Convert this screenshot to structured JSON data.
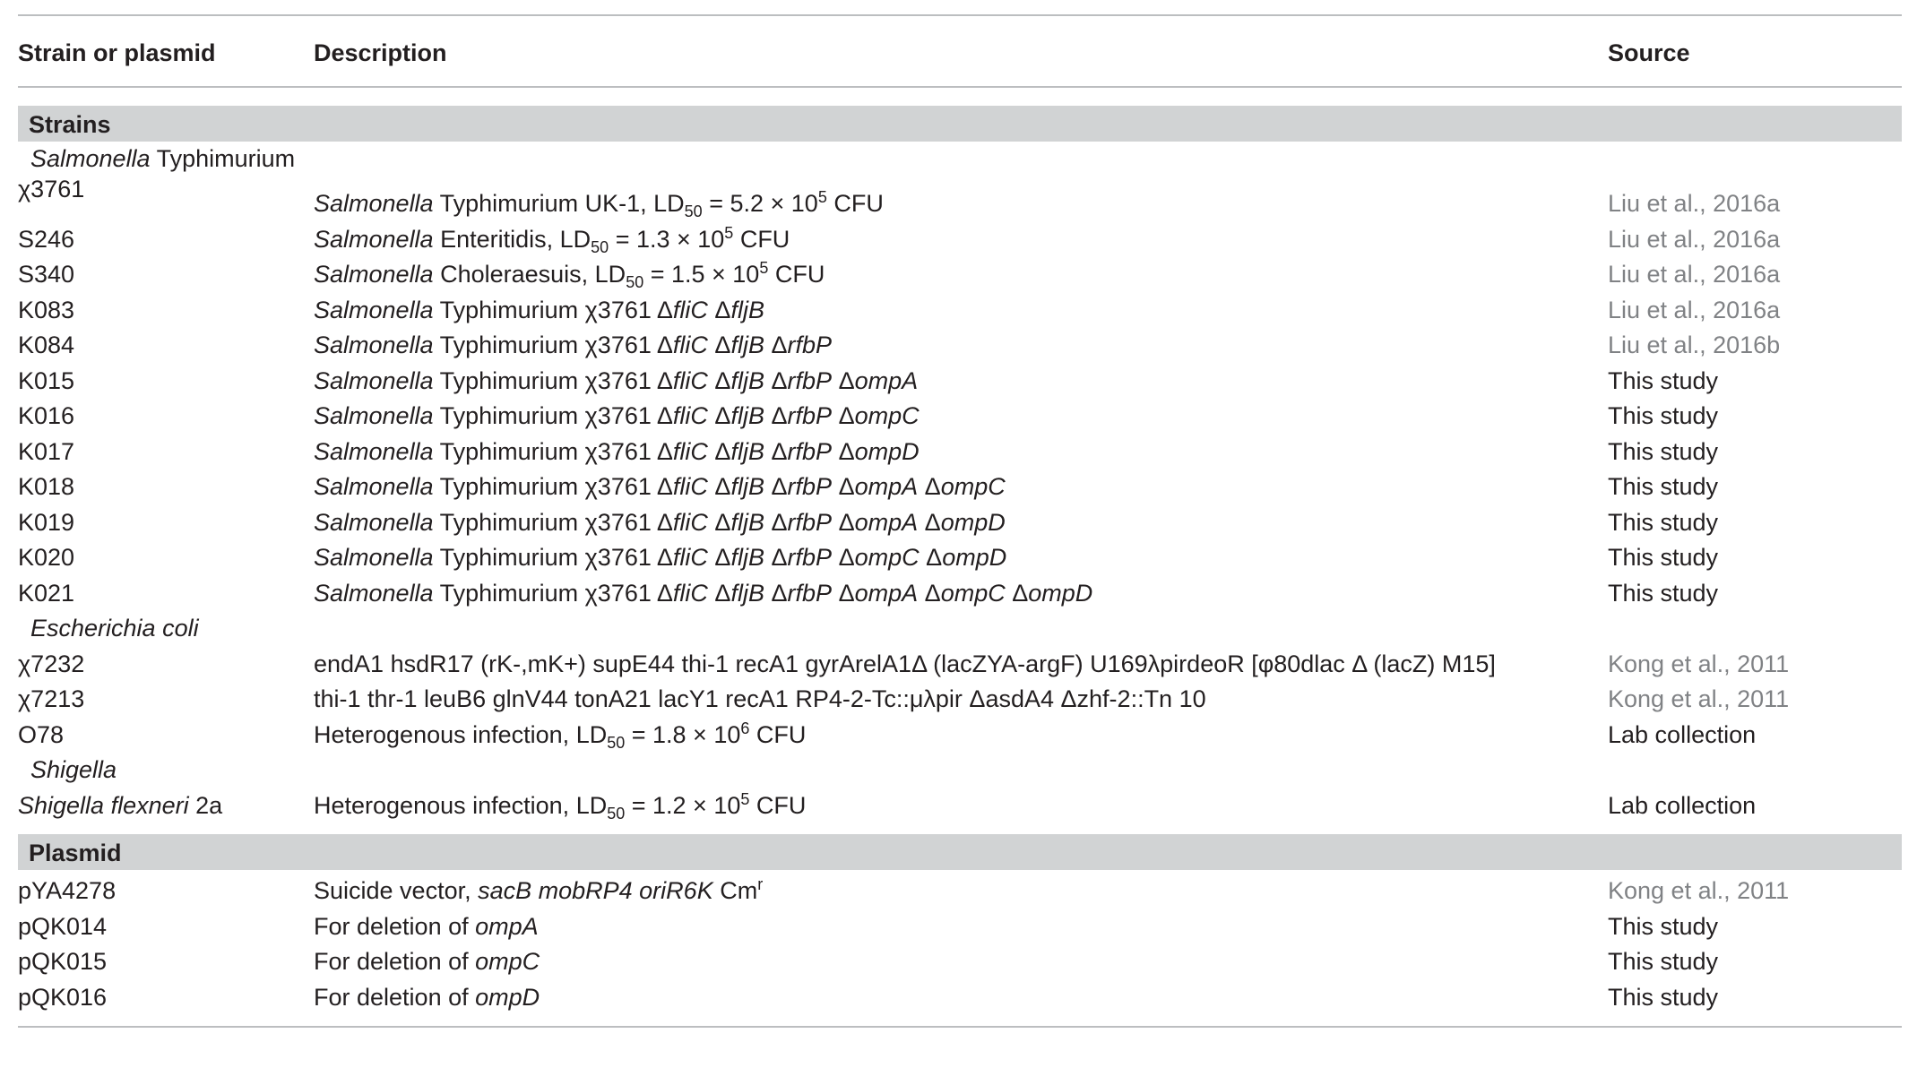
{
  "header": {
    "col1": "Strain or plasmid",
    "col2": "Description",
    "col3": "Source"
  },
  "strains_section": "Strains",
  "plasmid_section": "Plasmid",
  "groups": {
    "salmonella": {
      "italic": "Salmonella",
      "rest": " Typhimurium"
    },
    "ecoli": {
      "italic": "Escherichia coli",
      "rest": ""
    },
    "shigella": {
      "italic": "Shigella",
      "rest": ""
    }
  },
  "rows": {
    "x3761": {
      "name": "χ3761",
      "genus": "Salmonella",
      "desc_a": " Typhimurium UK-1, LD",
      "sub": "50",
      "desc_b": " = 5.2 × 10",
      "sup": "5",
      "desc_c": " CFU",
      "source": "Liu et al., 2016a"
    },
    "s246": {
      "name": "S246",
      "genus": "Salmonella",
      "desc_a": " Enteritidis, LD",
      "sub": "50",
      "desc_b": " = 1.3 × 10",
      "sup": "5",
      "desc_c": " CFU",
      "source": "Liu et al., 2016a"
    },
    "s340": {
      "name": "S340",
      "genus": "Salmonella",
      "desc_a": " Choleraesuis, LD",
      "sub": "50",
      "desc_b": " = 1.5 × 10",
      "sup": "5",
      "desc_c": " CFU",
      "source": "Liu et al., 2016a"
    },
    "k083": {
      "name": "K083",
      "genus": "Salmonella",
      "mid": " Typhimurium χ3761 Δ",
      "genes": [
        "fliC",
        "fljB"
      ],
      "source": "Liu et al., 2016a"
    },
    "k084": {
      "name": "K084",
      "genus": "Salmonella",
      "mid": " Typhimurium χ3761 Δ",
      "genes": [
        "fliC",
        "fljB",
        "rfbP"
      ],
      "source": "Liu et al., 2016b"
    },
    "k015": {
      "name": "K015",
      "genus": "Salmonella",
      "mid": " Typhimurium χ3761 Δ",
      "genes": [
        "fliC",
        "fljB",
        "rfbP",
        "ompA"
      ],
      "source": "This study"
    },
    "k016": {
      "name": "K016",
      "genus": "Salmonella",
      "mid": " Typhimurium χ3761 Δ",
      "genes": [
        "fliC",
        "fljB",
        "rfbP",
        "ompC"
      ],
      "source": "This study"
    },
    "k017": {
      "name": "K017",
      "genus": "Salmonella",
      "mid": " Typhimurium χ3761 Δ",
      "genes": [
        "fliC",
        "fljB",
        "rfbP",
        "ompD"
      ],
      "source": "This study"
    },
    "k018": {
      "name": "K018",
      "genus": "Salmonella",
      "mid": " Typhimurium χ3761 Δ",
      "genes": [
        "fliC",
        "fljB",
        "rfbP",
        "ompA",
        "ompC"
      ],
      "source": "This study"
    },
    "k019": {
      "name": "K019",
      "genus": "Salmonella",
      "mid": " Typhimurium χ3761 Δ",
      "genes": [
        "fliC",
        "fljB",
        "rfbP",
        "ompA",
        "ompD"
      ],
      "source": "This study"
    },
    "k020": {
      "name": "K020",
      "genus": "Salmonella",
      "mid": " Typhimurium χ3761 Δ",
      "genes": [
        "fliC",
        "fljB",
        "rfbP",
        "ompC",
        "ompD"
      ],
      "source": "This study"
    },
    "k021": {
      "name": "K021",
      "genus": "Salmonella",
      "mid": " Typhimurium χ3761 Δ",
      "genes": [
        "fliC",
        "fljB",
        "rfbP",
        "ompA",
        "ompC",
        "ompD"
      ],
      "source": "This study"
    },
    "x7232": {
      "name": "χ7232",
      "desc": "endA1 hsdR17 (rK-,mK+) supE44 thi-1 recA1 gyrArelA1Δ (lacZYA-argF) U169λpirdeoR [φ80dlac Δ (lacZ) M15]",
      "source": "Kong et al., 2011"
    },
    "x7213": {
      "name": "χ7213",
      "desc": "thi-1 thr-1 leuB6 glnV44 tonA21 lacY1 recA1 RP4-2-Tc::μλpir ΔasdA4 Δzhf-2::Tn 10",
      "source": "Kong et al., 2011"
    },
    "o78": {
      "name": "O78",
      "desc_a": "Heterogenous infection, LD",
      "sub": "50",
      "desc_b": " = 1.8 × 10",
      "sup": "6",
      "desc_c": " CFU",
      "source": "Lab collection"
    },
    "flexneri": {
      "name_italic": "Shigella flexneri",
      "name_rest": " 2a",
      "desc_a": "Heterogenous infection, LD",
      "sub": "50",
      "desc_b": " = 1.2 × 10",
      "sup": "5",
      "desc_c": " CFU",
      "source": "Lab collection"
    },
    "pya4278": {
      "name": "pYA4278",
      "desc_a": "Suicide vector, ",
      "desc_it": "sacB mobRP4 oriR6K",
      "desc_b": " Cm",
      "sup": "r",
      "source": "Kong et al., 2011"
    },
    "pqk014": {
      "name": "pQK014",
      "desc_a": "For deletion of ",
      "gene": "ompA",
      "source": "This study"
    },
    "pqk015": {
      "name": "pQK015",
      "desc_a": "For deletion of ",
      "gene": "ompC",
      "source": "This study"
    },
    "pqk016": {
      "name": "pQK016",
      "desc_a": "For deletion of ",
      "gene": "ompD",
      "source": "This study"
    }
  },
  "colors": {
    "text": "#231f20",
    "reference_source": "#808285",
    "section_band": "#d1d3d4",
    "rule": "#bcbec0"
  }
}
